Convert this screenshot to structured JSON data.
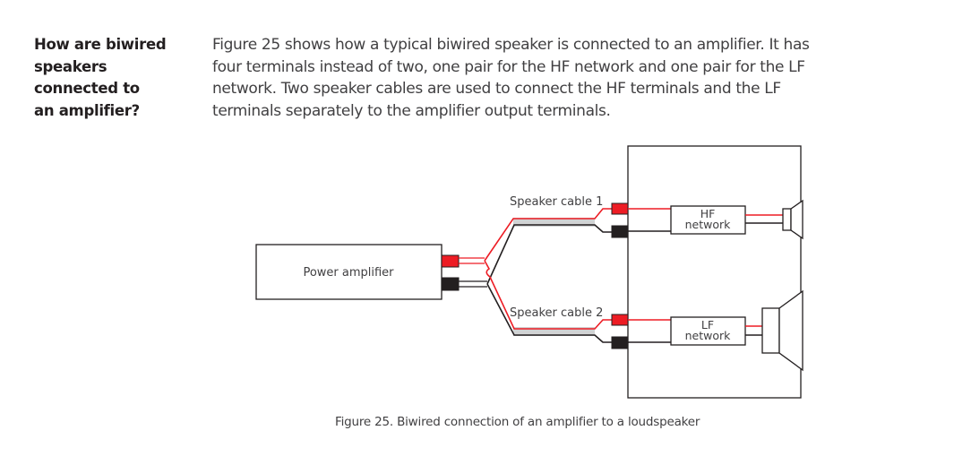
{
  "side_heading": {
    "lines": [
      "How are biwired",
      "speakers",
      "connected to",
      "an amplifier?"
    ]
  },
  "body_paragraph": {
    "lines": [
      "Figure 25 shows how a typical biwired speaker is connected to an amplifier. It has",
      "four terminals instead of two, one pair for the HF network and one pair for the LF",
      "network. Two speaker cables are used to connect the HF terminals and the LF",
      "terminals separately to the amplifier output terminals."
    ]
  },
  "figure": {
    "amplifier_label": "Power amplifier",
    "cable1_label": "Speaker cable 1",
    "cable2_label": "Speaker cable 2",
    "hf_network_label": [
      "HF",
      "network"
    ],
    "lf_network_label": [
      "LF",
      "network"
    ],
    "caption": "Figure 25. Biwired connection of an amplifier to a loudspeaker",
    "colors": {
      "positive": "#ed1c24",
      "negative": "#231f20",
      "cable_sheath": "#d1d3d4",
      "outline": "#231f20"
    }
  }
}
